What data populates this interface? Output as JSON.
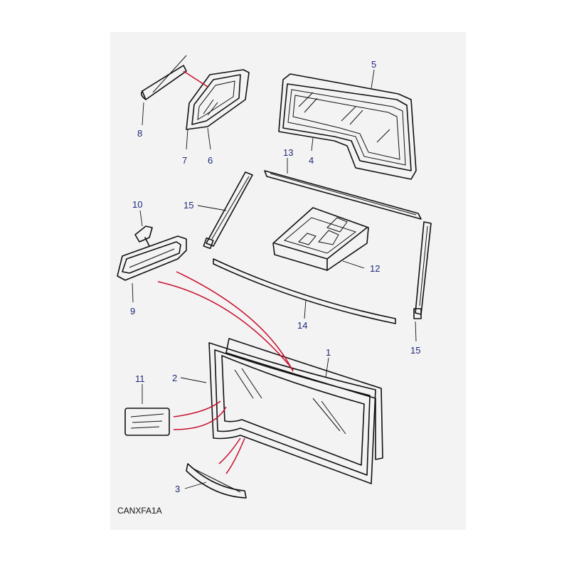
{
  "drawing_code": "CANXFA1A",
  "callouts": {
    "c1": "1",
    "c2": "2",
    "c3": "3",
    "c4": "4",
    "c5": "5",
    "c6": "6",
    "c7": "7",
    "c8": "8",
    "c9": "9",
    "c10": "10",
    "c11": "11",
    "c12": "12",
    "c13": "13",
    "c14": "14",
    "c15a": "15",
    "c15b": "15"
  },
  "colors": {
    "background": "#f3f3f3",
    "callout_text": "#1f2a7a",
    "red_guides": "#c8102e"
  }
}
